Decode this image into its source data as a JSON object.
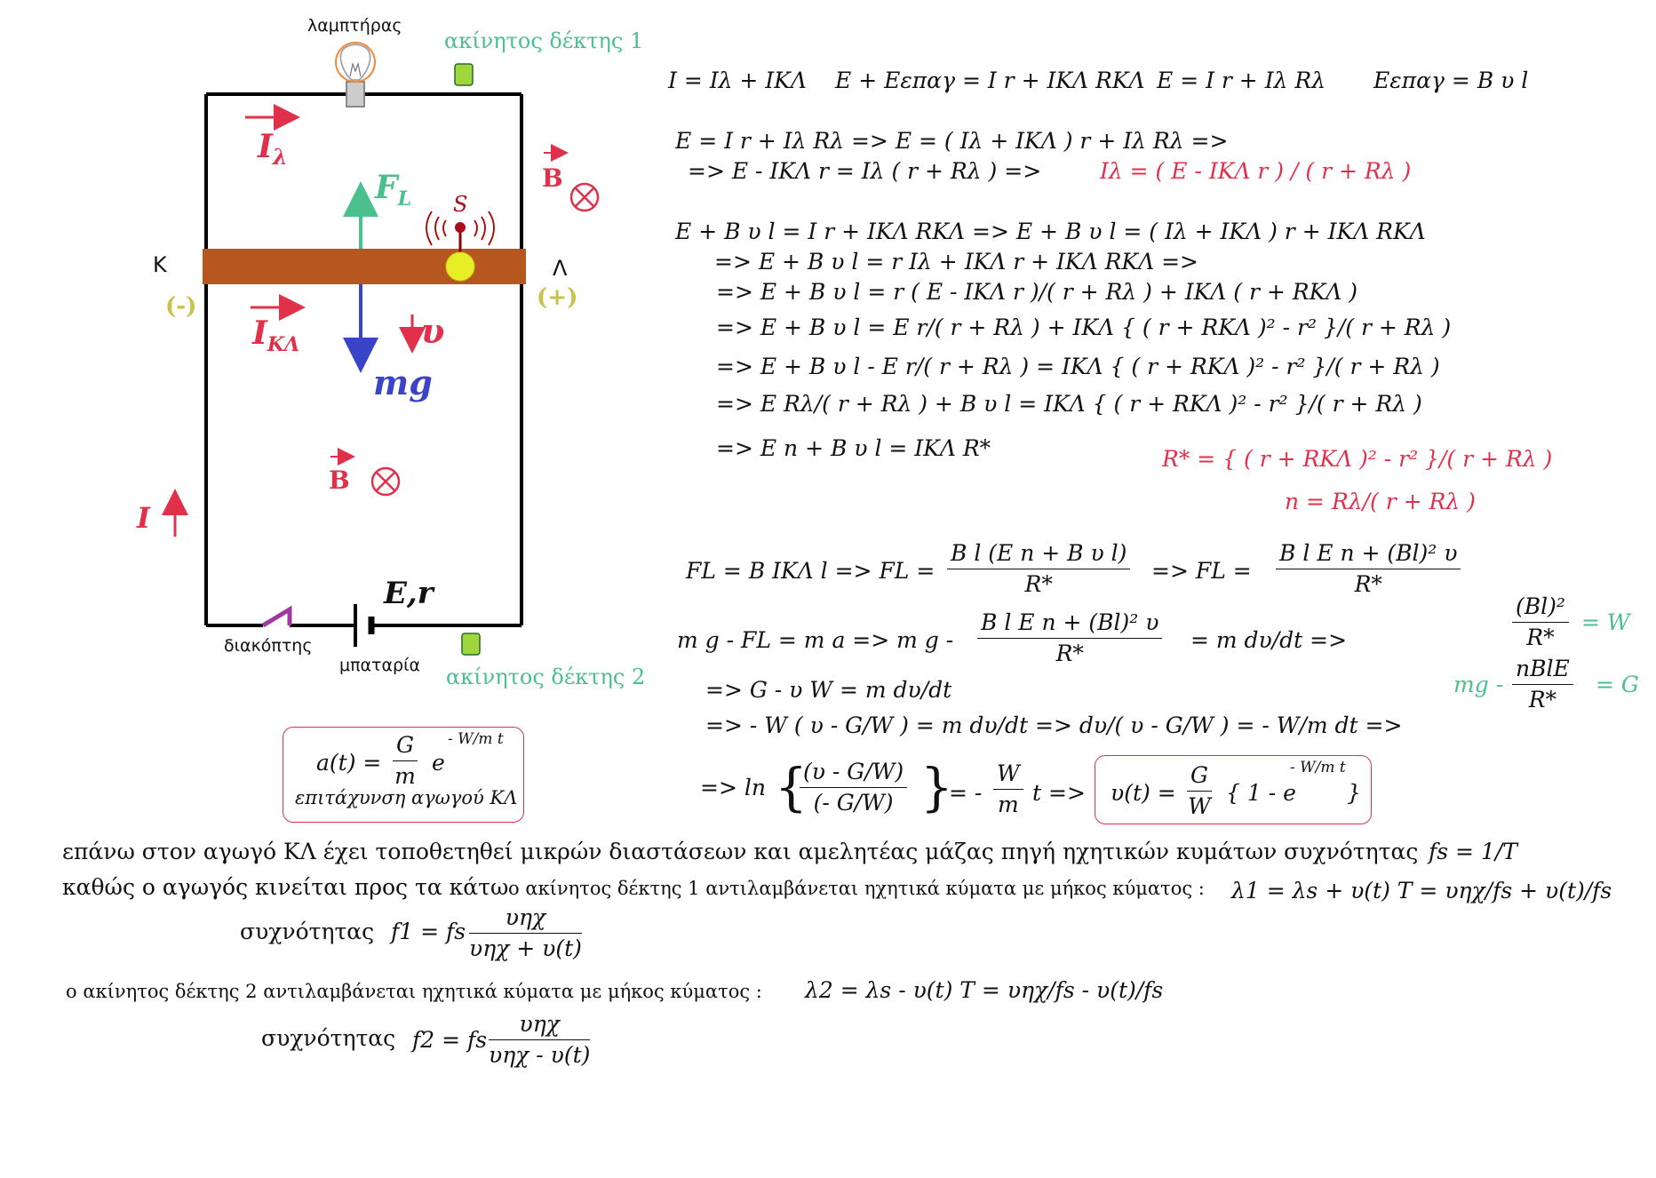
{
  "labels": {
    "lamp": "λαμπτήρας",
    "receiver1": "ακίνητος δέκτης 1",
    "receiver2": "ακίνητος δέκτης 2",
    "switch": "διακόπτης",
    "battery": "μπαταρία",
    "node_k": "Κ",
    "node_l": "Λ",
    "minus": "(-)",
    "plus": "(+)",
    "i_lambda": "I",
    "i_lambda_sub": "λ",
    "i_kl": "I",
    "i_kl_sub": "ΚΛ",
    "i_total": "I",
    "force_fl": "F",
    "force_fl_sub": "L",
    "velocity": "υ",
    "weight": "mg",
    "source": "S",
    "field_b": "B",
    "emf": "E,r"
  },
  "equations": {
    "row1_1": "I = Iλ + IΚΛ",
    "row1_2": "E + Eεπαγ = I r + IΚΛ RΚΛ",
    "row1_3": "E = I r + Iλ Rλ",
    "row1_4": "Eεπαγ = B υ l",
    "a1": "E = I r + Iλ Rλ =>   E = ( Iλ + IΚΛ ) r + Iλ Rλ =>",
    "a2": "=> E - IΚΛ r = Iλ ( r + Rλ ) =>",
    "a2_red": "Iλ = ( E - IΚΛ r ) / ( r + Rλ )",
    "b1": "E + B υ l = I r + IΚΛ RΚΛ  =>  E + B υ l = ( Iλ + IΚΛ ) r + IΚΛ RΚΛ",
    "b2": "=> E + B υ l = r Iλ + IΚΛ r + IΚΛ RΚΛ =>",
    "b3": "=> E + B υ l = r ( E - IΚΛ r )/( r + Rλ ) + IΚΛ ( r + RΚΛ )",
    "b4": "=> E + B υ l = E r/( r + Rλ ) + IΚΛ { ( r + RΚΛ )² - r² }/( r + Rλ )",
    "b5": "=> E + B υ l - E r/( r + Rλ ) = IΚΛ { ( r + RΚΛ )² - r² }/( r + Rλ )",
    "b6": "=> E Rλ/( r + Rλ ) + B υ l = IΚΛ { ( r + RΚΛ )² - r² }/( r + Rλ )",
    "b7": "=>   E n + B υ l = IΚΛ R*",
    "rstar": "R* = { ( r + RΚΛ )² - r² }/( r + Rλ )",
    "n_def": "n = Rλ/( r + Rλ )",
    "fl1": "FL = B IΚΛ l =>  FL =",
    "fl_num1": "B l (E n + B υ l)",
    "fl_den1": "R*",
    "fl_arrow": "=>  FL =",
    "fl_num2": "B l E n + (Bl)² υ",
    "fl_den2": "R*",
    "mg1": "m g - FL = m a =>  m g -",
    "mg_num": "B l E n + (Bl)² υ",
    "mg_den": "R*",
    "mg2": "= m dυ/dt =>",
    "w_num": "(Bl)²",
    "w_den": "R*",
    "w_rhs": "= W",
    "g_lhs": "mg -",
    "g_num": "nBlE",
    "g_den": "R*",
    "g_rhs": "= G",
    "c1": "=> G - υ W = m dυ/dt",
    "c2": "=> - W ( υ - G/W ) = m dυ/dt  =>  dυ/( υ - G/W ) = - W/m dt =>",
    "ln_pre": "=> ln",
    "ln_num": "(υ - G/W)",
    "ln_den": "(- G/W)",
    "ln_mid": "= -",
    "ln_w": "W",
    "ln_m": "m",
    "ln_t": "t =>",
    "v_lhs": "υ(t) =",
    "v_G": "G",
    "v_W": "W",
    "v_rhs": "{ 1 - e",
    "v_exp": "- W/m t",
    "v_close": "}",
    "a_lhs": "a(t) =",
    "a_G": "G",
    "a_m": "m",
    "a_e": "e",
    "a_exp": "- W/m t",
    "a_caption": "επιτάχυνση αγωγού ΚΛ"
  },
  "text": {
    "p1": "επάνω στον αγωγό ΚΛ  έχει τοποθετηθεί μικρών διαστάσεων και αμελητέας μάζας πηγή ηχητικών κυμάτων  συχνότητας",
    "p1_eq": "fs = 1/T",
    "p2": "καθώς ο αγωγός κινείται προς τα κάτω",
    "p2b": "ο ακίνητος δέκτης 1  αντιλαμβάνεται  ηχητικά κύματα  με  μήκος κύματος :",
    "p2_eq": "λ1 = λs + υ(t) T = υηχ/fs + υ(t)/fs",
    "p3": "συχνότητας",
    "f1_lhs": "f1 = fs",
    "f1_num": "υηχ",
    "f1_den": "υηχ + υ(t)",
    "p4": "ο ακίνητος δέκτης 2  αντιλαμβάνεται  ηχητικά κύματα  με  μήκος κύματος :",
    "p4_eq": "λ2 = λs - υ(t) T = υηχ/fs - υ(t)/fs",
    "p5": "συχνότητας",
    "f2_lhs": "f2 = fs",
    "f2_num": "υηχ",
    "f2_den": "υηχ - υ(t)"
  },
  "colors": {
    "wire": "#000000",
    "rod": "#b5571e",
    "current": "#e0304a",
    "force": "#4cbf8e",
    "weight": "#3a44c9",
    "source": "#e8ee26",
    "receiver": "#9fd63c",
    "terminals": "#c9c34a",
    "switch": "#a03aa0"
  }
}
